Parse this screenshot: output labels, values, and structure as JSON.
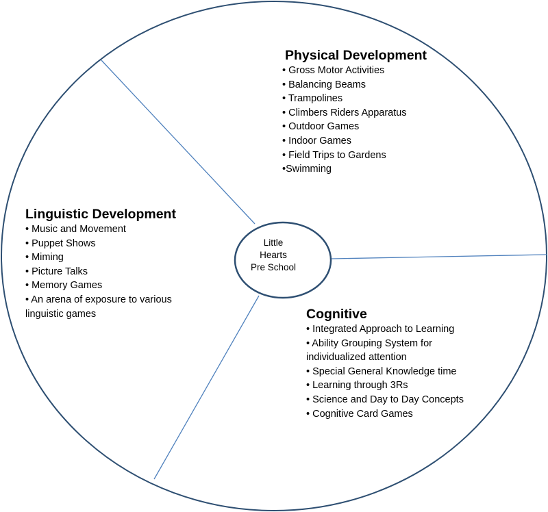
{
  "center": {
    "line1": "Little",
    "line2": "Hearts",
    "line3": "Pre School"
  },
  "sections": [
    {
      "title": "Physical Development",
      "items": [
        "• Gross Motor Activities",
        "• Balancing Beams",
        "• Trampolines",
        "• Climbers Riders Apparatus",
        "• Outdoor Games",
        "• Indoor Games",
        "• Field  Trips to Gardens",
        "•Swimming"
      ]
    },
    {
      "title": "Linguistic Development",
      "items": [
        "• Music and Movement",
        "• Puppet Shows",
        "• Miming",
        "• Picture Talks",
        "• Memory Games",
        "• An arena of exposure to various",
        "linguistic games"
      ]
    },
    {
      "title": "Cognitive",
      "items": [
        "• Integrated Approach to Learning",
        "• Ability Grouping System for",
        "individualized attention",
        "• Special General Knowledge time",
        "• Learning through 3Rs",
        "• Science and Day to Day Concepts",
        "• Cognitive Card Games"
      ]
    }
  ],
  "colors": {
    "outline": "#2e4f72",
    "divider": "#4f81bd"
  }
}
